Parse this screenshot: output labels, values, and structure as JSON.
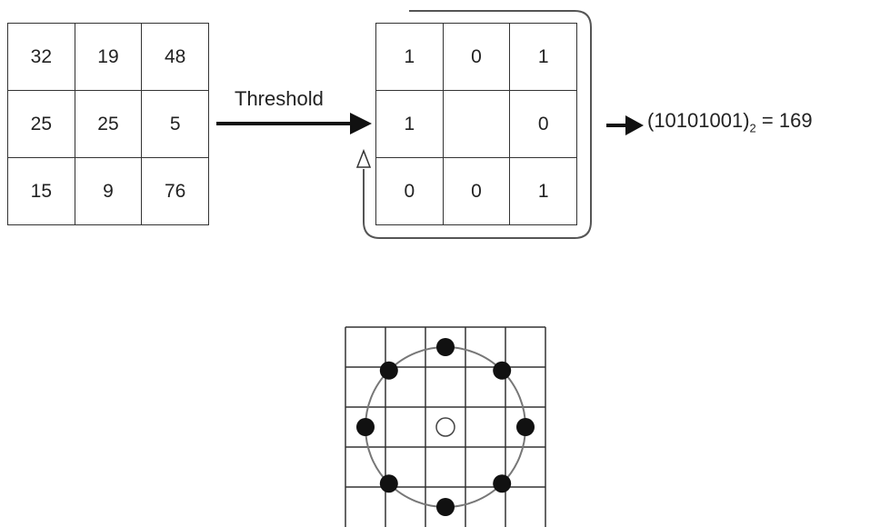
{
  "input_grid": {
    "rows": [
      [
        "32",
        "19",
        "48"
      ],
      [
        "25",
        "25",
        "5"
      ],
      [
        "15",
        "9",
        "76"
      ]
    ]
  },
  "threshold_label": "Threshold",
  "threshold_grid": {
    "rows": [
      [
        "1",
        "0",
        "1"
      ],
      [
        "1",
        "",
        "0"
      ],
      [
        "0",
        "0",
        "1"
      ]
    ]
  },
  "result": {
    "binary": "(10101001)",
    "base": "2",
    "equals": " = 169"
  },
  "colors": {
    "line": "#333333",
    "circle": "#777777",
    "dot": "#111111"
  }
}
